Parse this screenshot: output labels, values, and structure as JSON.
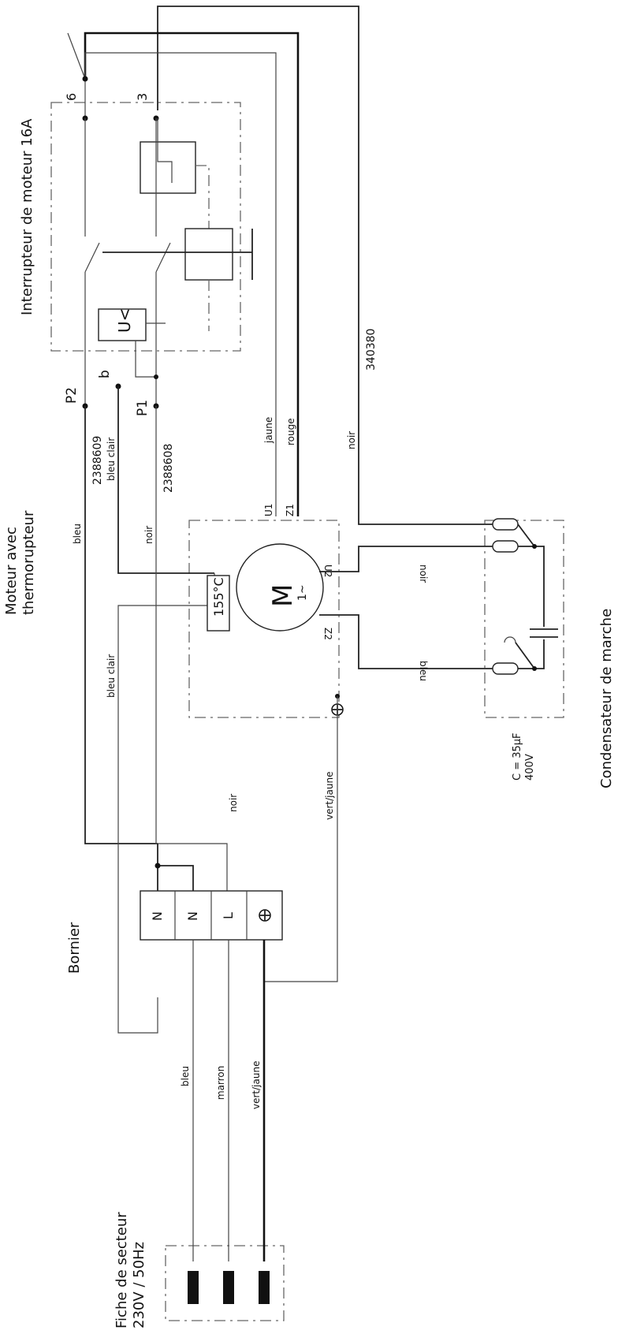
{
  "sections": {
    "motor_switch": "Interrupteur de moteur 16A",
    "motor": [
      "Moteur avec",
      "thermorupteur"
    ],
    "terminal_block": "Bornier",
    "mains_plug": [
      "Fiche de secteur",
      "230V / 50Hz"
    ],
    "run_capacitor": "Condensateur de marche"
  },
  "capacitor_spec": [
    "C = 35µF",
    "400V"
  ],
  "thermal_cutout": "155°C",
  "undervoltage_symbol": "U<",
  "motor_symbol": {
    "main": "M",
    "sub": "1~"
  },
  "switch_terminals": [
    "6",
    "3",
    "P2",
    "b",
    "P1"
  ],
  "motor_terminals": [
    "U1",
    "Z1",
    "U2",
    "Z2"
  ],
  "terminal_block_labels": [
    "N",
    "N",
    "L"
  ],
  "part_numbers": [
    "2388609",
    "2388608",
    "340380"
  ],
  "wire_labels": {
    "bleu_left": "bleu",
    "bleu_clair_top": "bleu clair",
    "noir_mid": "noir",
    "jaune": "jaune",
    "rouge": "rouge",
    "noir_right": "noir",
    "bleu_clair_left": "bleu clair",
    "noir_lower": "noir",
    "vert_jaune_ground": "vert/jaune",
    "cap_noir": "noir",
    "cap_bleu": "bleu",
    "plug_bleu": "bleu",
    "plug_marron": "marron",
    "plug_vert_jaune": "vert/jaune"
  }
}
